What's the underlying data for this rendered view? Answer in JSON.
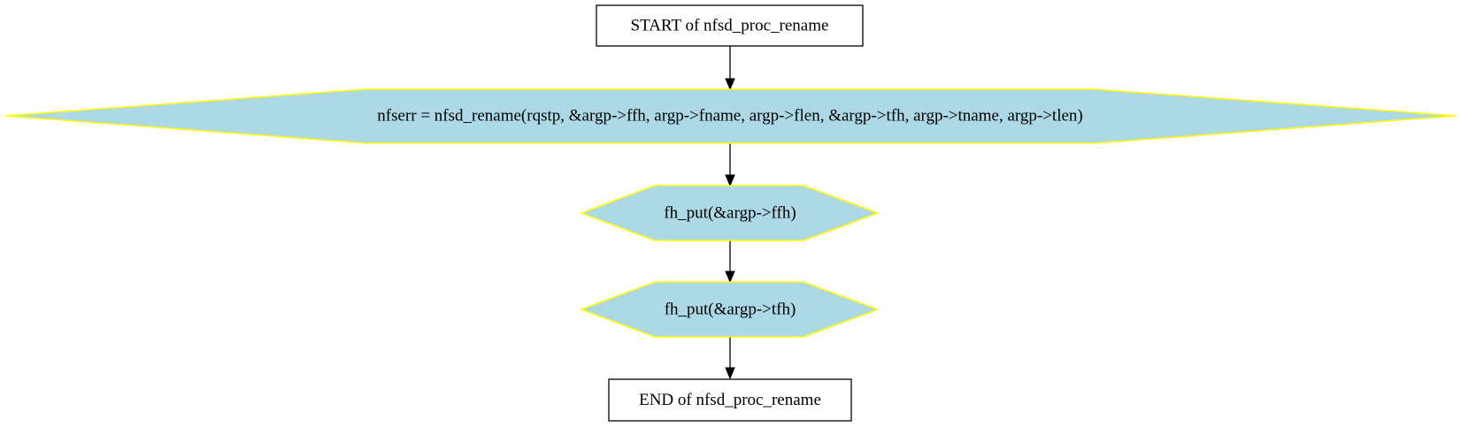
{
  "diagram": {
    "type": "flowchart",
    "colors": {
      "terminal_fill": "#ffffff",
      "terminal_stroke": "#000000",
      "process_fill": "#add8e6",
      "process_stroke": "#ffff00",
      "edge": "#000000"
    },
    "nodes": {
      "start": {
        "label": "START of nfsd_proc_rename",
        "shape": "rectangle"
      },
      "rename": {
        "label": "nfserr = nfsd_rename(rqstp, &argp->ffh, argp->fname, argp->flen, &argp->tfh, argp->tname, argp->tlen)",
        "shape": "hexagon"
      },
      "put_ffh": {
        "label": "fh_put(&argp->ffh)",
        "shape": "hexagon"
      },
      "put_tfh": {
        "label": "fh_put(&argp->tfh)",
        "shape": "hexagon"
      },
      "end": {
        "label": "END of nfsd_proc_rename",
        "shape": "rectangle"
      }
    },
    "edges": [
      {
        "from": "start",
        "to": "rename"
      },
      {
        "from": "rename",
        "to": "put_ffh"
      },
      {
        "from": "put_ffh",
        "to": "put_tfh"
      },
      {
        "from": "put_tfh",
        "to": "end"
      }
    ]
  }
}
